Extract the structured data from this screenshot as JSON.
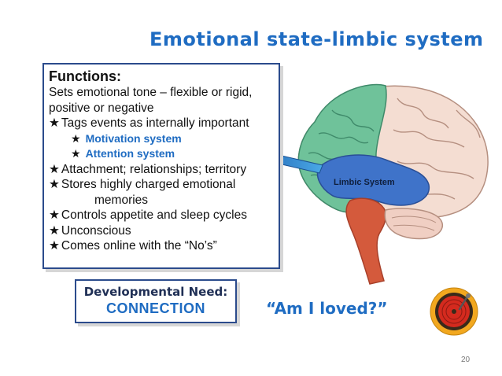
{
  "slide": {
    "title": "Emotional state-limbic system",
    "functions": {
      "heading": "Functions:",
      "intro_line1": "Sets emotional tone – flexible or rigid,",
      "intro_line2": "positive or negative",
      "items": [
        "Tags events as internally important",
        "Motivation system",
        "Attention system",
        "Attachment; relationships; territory",
        "Stores highly charged emotional",
        "memories",
        "Controls appetite and sleep cycles",
        "Unconscious",
        "Comes online with the “No’s”"
      ]
    },
    "brain_label": "Limbic System",
    "developmental_need": {
      "label": "Developmental Need:",
      "value": "CONNECTION"
    },
    "quote": "“Am I loved?”",
    "page_number": "20",
    "icons": {
      "brain": "brain-illustration",
      "arrow": "arrow-left-icon",
      "record": "record-player-icon",
      "star": "star-bullet-icon"
    },
    "colors": {
      "title": "#1f6cc2",
      "box_border": "#2b4b8c",
      "frontal_lobe": "#6fc29a",
      "cortex": "#f4ddd2",
      "limbic": "#3f73c9",
      "brainstem": "#d45a3c",
      "record_outer": "#f2a81f",
      "record_inner": "#d42a1e"
    }
  }
}
